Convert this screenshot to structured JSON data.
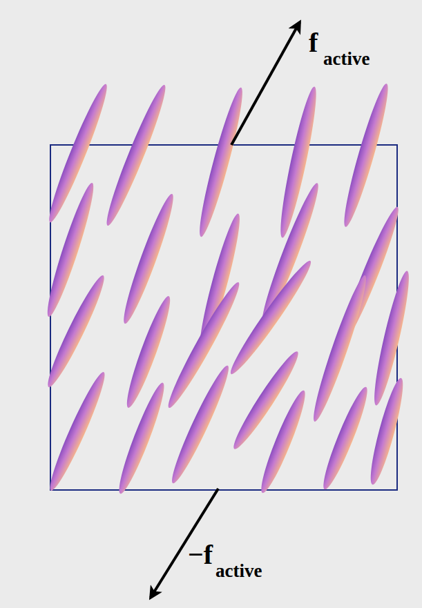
{
  "diagram": {
    "labels": [
      "f",
      "active",
      "−f",
      "active"
    ]
  }
}
